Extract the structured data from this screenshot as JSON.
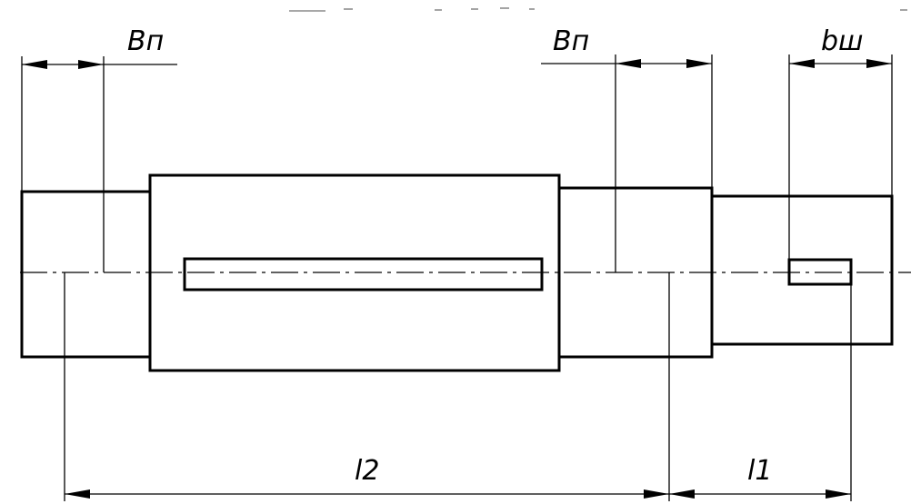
{
  "labels": {
    "bearing_width_left": "Bп",
    "bearing_width_right": "Bп",
    "pulley_width": "bш",
    "length_l2": "l2",
    "length_l1": "l1"
  },
  "colors": {
    "line": "#000000",
    "background": "#ffffff"
  }
}
